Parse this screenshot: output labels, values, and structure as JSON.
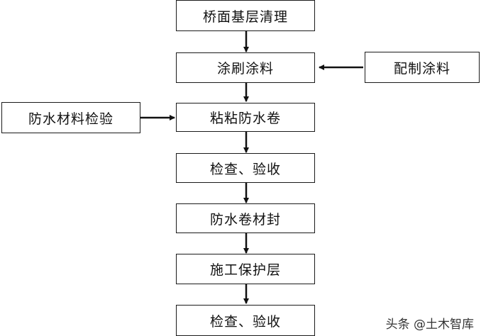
{
  "main_flow": [
    "桥面基层清理",
    "涂刷涂料",
    "粘粘防水卷",
    "检查、验收",
    "防水卷材封",
    "施工保护层",
    "检查、验收"
  ],
  "side_inputs": {
    "right": "配制涂料",
    "left": "防水材料检验"
  },
  "watermark": "头条 @土木智库"
}
